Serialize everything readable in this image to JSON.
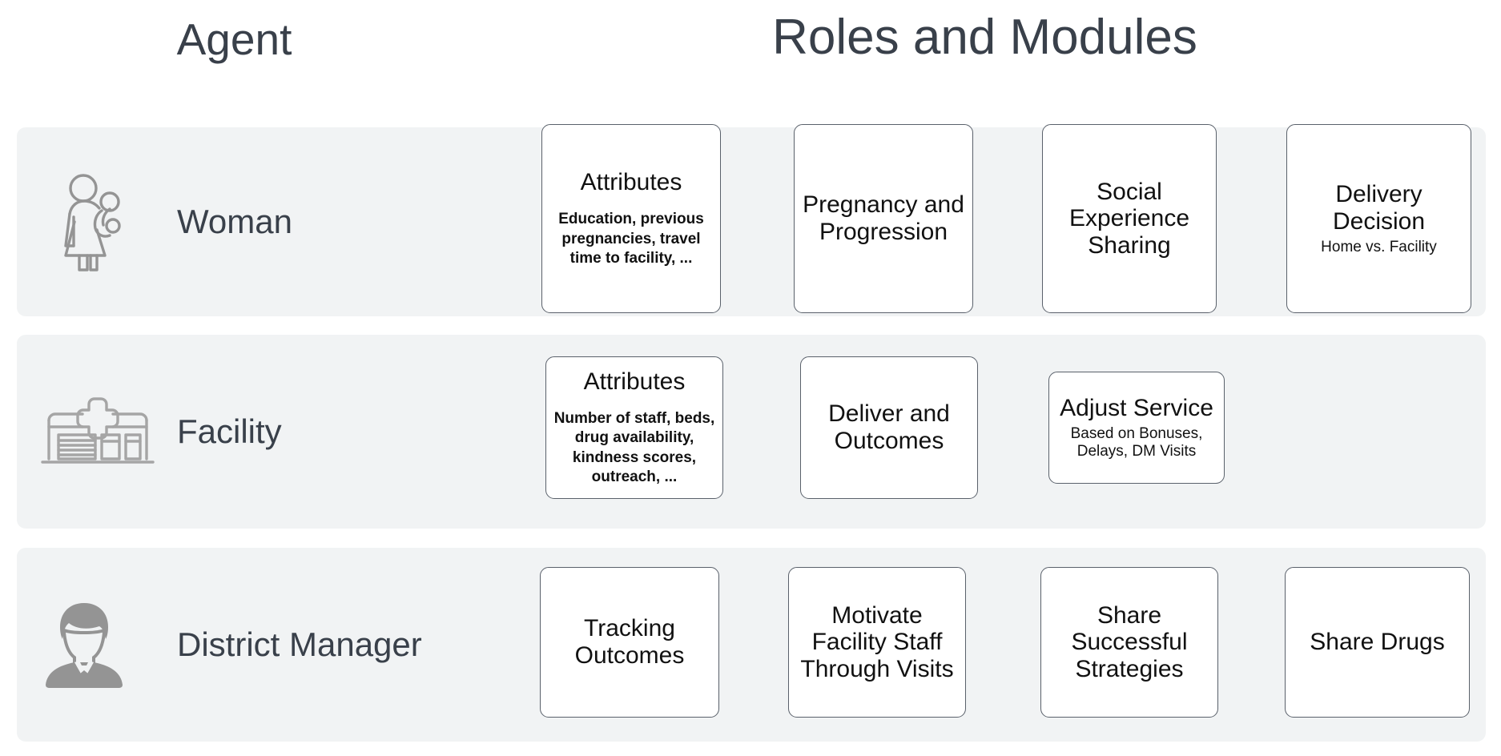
{
  "headings": {
    "agent": "Agent",
    "roles": "Roles and Modules"
  },
  "colors": {
    "page_background": "#ffffff",
    "row_band": "#f1f3f4",
    "heading_text": "#39404a",
    "agent_label_text": "#39404a",
    "icon_gray": "#949494",
    "card_background": "#ffffff",
    "card_border": "#5a616b",
    "card_text": "#111111"
  },
  "rows": [
    {
      "id": "woman",
      "icon": "mother-with-baby-icon",
      "label": "Woman",
      "cards": [
        {
          "id": "attributes",
          "title": "Attributes",
          "subtitle": "Education, previous pregnancies, travel time to facility, ..."
        },
        {
          "id": "pregnancy",
          "title": "Pregnancy and Progression",
          "subtitle": ""
        },
        {
          "id": "social",
          "title": "Social Experience Sharing",
          "subtitle": ""
        },
        {
          "id": "delivery",
          "title": "Delivery Decision",
          "subtitle": "Home vs. Facility"
        }
      ]
    },
    {
      "id": "facility",
      "icon": "clinic-building-icon",
      "label": "Facility",
      "cards": [
        {
          "id": "attributes",
          "title": "Attributes",
          "subtitle": "Number of staff, beds, drug availability, kindness scores, outreach, ..."
        },
        {
          "id": "deliver",
          "title": "Deliver and Outcomes",
          "subtitle": ""
        },
        {
          "id": "adjust",
          "title": "Adjust Service",
          "subtitle": "Based on Bonuses, Delays, DM Visits"
        }
      ]
    },
    {
      "id": "district_manager",
      "icon": "manager-avatar-icon",
      "label": "District Manager",
      "cards": [
        {
          "id": "tracking",
          "title": "Tracking Outcomes",
          "subtitle": ""
        },
        {
          "id": "motivate",
          "title": "Motivate Facility Staff Through Visits",
          "subtitle": ""
        },
        {
          "id": "strategies",
          "title": "Share Successful Strategies",
          "subtitle": ""
        },
        {
          "id": "drugs",
          "title": "Share Drugs",
          "subtitle": ""
        }
      ]
    }
  ]
}
